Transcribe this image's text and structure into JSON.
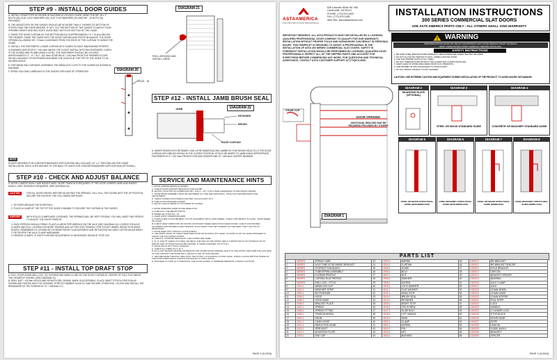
{
  "left": {
    "step9": {
      "heading": "STEP #9 - INSTALL DOOR GUIDES",
      "para_a": "A. INSTALL HEADSTOPS AS SHOWN IN DIAGRAM 20 ON EACH GUIDE USING THE 5/8\"-18 x 1\" BOLTS (26), 5/16\" LOCK WASHERS (30), 5/16\" FLAT WASHERS (31) AND 5/8\" - 18 NUTS (24) PROVIDED.",
      "para_b": "B. THE HEADSTOPS ON THE GUIDES SHOULD BE NO MORE THAN 1\" HIGHER (TO BOTTOM OF STOPS) THAN THE DOOR HEADER. IF NOT, CUT THE BOTTOM OF THE GUIDES TO MATCH YOUR OPENING HEIGHT AND RELOCATE GUIDE BOLT NOTCH AT BOTTOM OF THE GUIDE.",
      "para_c": "C. RAISE THE DOOR CURTAIN SO THE BOTTOM ANGLE IS APPROXIMATELY 3\" / 76.2mm BELOW THE HEADER. GUIDE THE GUIDE INTO THE DOOR CURTAIN AND POSITION AGAINST THE DOOR OPENING ALLOWING 3/8\" / 9.5mm CLEARANCE FROM THE EDGE OF THE CURTAIN TO INSIDE THE GUIDE.",
      "para_d": "D. INSTALL THE FASTENERS, LOWER CURTAIN INTO GUIDES SLOWLY, MAINTAINING PROPER CLEARANCE AND STOP 6\" / 152.4mm ABOVE THE FLOOR. INSTALL BOTTOM FASTENERS. CHECK IF THE GUIDES ARE PLUMB USING A LEVEL. THE FASTENERS SHOULD BE LOCATED APPROXIMATELY 3\" - 6\" / 76.2 - 152.4mm STARTING 8\" / 203.2mm FROM THE FINISHED FLOOR. INSTALL BALANCE OF FASTENERS AND BEND THE LEAD-IN AT THE TOP OF THE GUIDE TO 45 DEGREE ANGLE.",
      "para_e": "E. FOR WINDLOAD CURTAINS, ASSEMBLE THE WINDLOCK CLIPS TO THE GUIDES AS SHOWN IN DIAGRAM.",
      "para_f": "F. SPRAY SILICONE LUBRICANT IN THE GUIDES FOR EASE OF OPERATION.",
      "note_label": "NOTE",
      "note_text": "DOORS ORDERED FOR CONCRETE/MASONRY APPLICATIONS WILL INCLUDE 1/4\" x 2\" TAPCONS (48) FOR GUIDE INSTALLATION. EACH CLIPS WELDED TO THE BACK OF GUIDE FOR CONCRETE/MASONRY APPLICATIONS (OPTIONAL)."
    },
    "diagram20": "DIAGRAM 20",
    "diagram21": "DIAGRAM 21",
    "diagram22": "DIAGRAM 22",
    "lead_in_label": "LEAD - IN",
    "roll_label": "ROLL AROUND AND INSTALL HERE",
    "step12": {
      "heading": "STEP #12 - INSTALL JAMB BRUSH SEAL",
      "labels": {
        "jamb": "JAMB",
        "retainer": "RETAINER",
        "brush": "BRUSH",
        "door_curtain": "DOOR CURTAIN"
      },
      "para_a": "A. INSERT BRUSH INTO RETAINER. LINE UP RETAINERS ALONG JAMBS SO THAT BRUSH SEAL FILLS THE DOOR CURTAIN WITH BRUSH FACING IN THE CLOSED POSITION. ATTACH RETAINER TO JAMB USING APPROPRIATE FASTENERS AT 6\" / 152.4mm FROM FLOOR AND HEADER AND 24\" / 609.6mm CENTER MINIMUM."
    },
    "step10": {
      "heading": "STEP #10 - CHECK AND ADJUST BALANCE",
      "intro": "IF DOOR LOWERS EASILY AND RAISES HARD, MORE TENSION IS REQUIRED. IF THE DOOR LOWERS HARD AND RAISES EASILY, LESS TENSION IS REQUIRED. (SEE DIAGRAM 16)",
      "caution_label": "CAUTION",
      "caution_text": "FOR ALL DOOR DRIVES: BEFORE ADJUSTING THE SPRINGS, FULL FULL THE DOORS INTO THE UP POSITION. SECURE THE DOOR BY THE FOLLOWING METHODS:",
      "item1": "1. TIE ROPE AROUND THE DOOR ROLL.",
      "item2": "2. PLACE A CLAMP AT THE TOP OF THE GUIDE CHANNEL TO SECURE THE CURTAIN IN THE GUIDES.",
      "warning_label": "WARNING",
      "warning_text": "WITH ROLLS CLAMPS ARE LOOSENED, THE SPRINGS WILL BE VERY STRONG. YOU WILL NEED TWO PEOPLE TO ADJUST THE DOOR TENSION.",
      "list": "1. EACH PERSON SHOULD FIRMLY PLACE A LARGE PIPE WRENCH ON THE AXLE (SEE DIAGRAM 16). LOOSEN THE AXLE CLAMPS AND FULL LOOSEN FOR MORE TENSION AND UP FOR LESS TENSION. FOR POCKET WHEEL REDUCTION DRIVE DOORS, REMEMBER TO LOOSEN SET SCREWS PRIOR TO ADJUSTMENT AND RETIGHTEN SECURELY AFTER ADJUSTMENT.\n2. RETIGHTEN THE AXLE CLAMP HARDWARE.\n3. REMOVE CLAMPS. IF SIGHT FURTHER ADJUSTMENT IS NECESSARY, BEGIN AT STEP 10A."
    },
    "service": {
      "heading": "SERVICE AND MAINTENANCE HINTS",
      "col1": "1. DOOR CURTAIN DRAGS IN GUIDES.\n  A. CHECK DOOR SUPPORT BRACKETS FOR PLUMB.\n  B. ADJUST LOCATION OF GUIDES FOR 3/8\" / 9.5mm - 1/4\" / 6.3mm SIZE CLEARANCE TO AND FROM CURTAIN.\n  C. DOOR DRUM ASSEMBLY MUST BE CENTERED (TO ONE FAR FROM WALL. NOTE SLOTTED BRACKETS FOR ADJUSTMENT.\n  D. CHECK GUIDES FOR FOREIGN MATTER, SUCH AS DIRT, ETC.\n  E. CHECK FOR DAMAGED GUIDES.\n  F. ADJUST LEAD-IN BEND AT TOP INSIDE OF GUIDES.\n\n2. DOOR OPERATES HARD IN ONE DIRECTION.\n  A. CHECK ALL THE ABOVE POINTS.\n  B. RESEE ADJ STEP #10 - 10.\n3. CHAIN HOIST OPERATION HARD.\n  A. CHAIN GUIDE COULD BE BENT OUT OF ALIGNMENT WITH CHAIN WHEEL. CHECK FOR DEFECT IN CHAIN, CHAIN WHEEL OR CHAIN.\n  B. CHECK GEAR OPERATION ON DOORS OR POCKET WHEEL REDUCTION GEAR DOORS. CHECK FOR PROPER ALIGNMENT AND PROPER CHAIN TENSION. ALSO CHECK THAT SET SCREWS ON THE GEAR TIGHT. ADJUST AS NECESSARY.\n4. DOOR DOES NOT CONTACT FLOOR EVENLY.\n  A. USE SPIRIT LEVEL TO CHECK WHETHER DOOR OR FLOOR IS OFF LEVEL. IF DOOR IS OUT OF LEVEL PROCEED TO CHECK THE FOLLOWING POINTS.\n  B. CHECK IF \"SUPPORT BRACKETS\" AND GUIDES ARE LEVEL.\n  C. IF \"A\" AND \"B\" CHECK OUT WELL DO REALL THE WAY UP AND DOWN. SEE IF CURTAIN ROLLS UP STRAIGHT ON TO DRUMS. END OF DOOR SHOULD BE SQUARE. IF SOME CHANGED, GO TO 5 B.C.\n5. DOOR ROLLS NOT TRULY LEVELED.\n  A. CHECK ALL ITEMS IN 4 A, B, C.\n  B. AS A LAST RESORT SECURE OR REMOVE THE COVER DOOR OPENING SLATS TO THE STOPS, AND SHIM THE LOW SIDE OF THE CURTAIN. FOR DOOR ROLL, DRUM TO THE UP HOLD DRUMS.\n  C. SECURE RAISE THE ROLL SIDE UNTIL THE STOPS, LAY DOOR ALL FLOOR LEVEL, INSTALL ALONG BOTTOM INSIDE OF THE DOOR FROM WHICH THE BOTTOM ANGLE TO THE CURTAIN.\n  D. PROCEED TO STEP 10 TO REINSTALL THE DOOR GUIDES. IF PROBLEM PERSISTS, CONTACT FACTORY."
    },
    "step11": {
      "heading": "STEP #11 - INSTALL TOP DRAFT STOP",
      "para": "A. PULL DOOR DOWN AND LOCK. GO OUTSIDE AND MARK A LINE ON THE DOOR CURTAIN AT CENTER OF FULL FLAT ABOVE THE HEADER IF SHOWN. (SEE DIAGRAM 21)\n  B. DRILL 5/32\" / 3.97mm HOLES AND FROM FLOOR, DRUMS, MARK IS ACCESSIBLE, PLACE DRAFT STOP IN POSITION AS SHOWN AND FASTEN WITH TEK SCREWS. STRETCH RUBBER SLIGHTLY AND SECURE OTHER END. LOCATE AND INSTALL THE REMAINDER OF TEK SCREWS AT 12\" / 304.8mm O.C."
    },
    "page_label": "PAGE 3 (8-2018)"
  },
  "right": {
    "company": {
      "address1": "838 Cassville White Rd. NW",
      "address2": "Cartersville, GA 30121",
      "phone": "PHONE: (770) 874-2600",
      "fax": "FAX: (770) 874-1485",
      "web": "Web Site: www.astaamerica.com",
      "logo_text": "ASTAAMERICA",
      "logo_tag": "FOR A BETTER CLOSING PERFORMANCE"
    },
    "title": "INSTALLATION INSTRUCTIONS",
    "subtitle": "300 SERIES COMMERCIAL SLAT DOORS",
    "tagline": "USE ASTA AMERICA PARTS ONLY - ALL OTHERS SHALL VOID WARRANTY",
    "important": "IMPORTANT REMARKS: ALL ASTA PRODUCTS MUST BE INSTALLED BY A LICENSED, QUALIFIED PROFESSIONAL DOOR COMPANY TO QUALIFY FOR OUR WARRANTY. INSTALLATION WITHOUT PROPER TOOLS AND KNOWLEDGE CAN RESULT IN PERSONAL INJURY. THIS PAMPHLET IS DESIGNED TO ASSIST A PROFESSIONAL IN THE INSTALLATION OF ASTA 300 SERIES COMMERCIAL SLAT DOORS. SAFETY IS FOREMOST! INSTALLATION SHOULD BE PERFORMED BY LICENSED, QUALIFIED DOOR PROFESSIONALS. INSPECT ALL OF THE SHIPPED PARTS AND ACCOUNT FOR EVERYTHING BEFORE COMMENCING ANY WORK. FOR QUESTIONS AND TECHNICAL ASSISTANCE, CONTACT ASTA CUSTOMER SUPPORT AT (770)874-2600.",
    "warning": {
      "title": "WARNING",
      "line1": "IMPROPER INSTALLATION OR USE OF THIS PRODUCT MAY CAUSE SERIOUS INJURY OR DEATH",
      "line2": "READ THESE INSTRUCTIONS CAREFULLY BEFORE INSTALLING.",
      "safety_title": "SAFETY INSTRUCTIONS",
      "items": [
        "1. BE SURE STEEL BRACKETS AND WARRANTY MECHANISMS ARE INSPECTED AND SECURED.",
        "2. DO NOT ALLOW ANY PERSON TO ROLL UNDER A MOVING DOOR.",
        "3. USE THE PROPER TOOLS AT ALL TIMES.",
        "4. DO NOT OPERATE DOOR WITHOUT THE GUIDES AND CLAMPS INSTALLED.",
        "5. KEEP CLEAR OF WORK AREA WHEN DOOR IS IN OPERATION.",
        "6. USE PROPER LIFTING TECHNIQUES TO AVOID INJURY.",
        "7. DO NOT MODIFY PRODUCT IN ANY MANNER."
      ],
      "footer": "CAUTION: USE EXTREME CAUTION AND EQUIPMENT DURING INSTALLATION OF THE PRODUCT TO AVOID INJURY OR DAMAGE."
    },
    "diagrams_top": [
      {
        "title": "DIAGRAM 2",
        "caption": "MOUNTING PLATE (OPTIONAL)"
      },
      {
        "title": "DIAGRAM 3",
        "caption": "STEEL OR WOOD STANDARD GUIDE"
      },
      {
        "title": "DIAGRAM 4",
        "caption": "CONCRETE OR MASONRY STANDARD GUIDE"
      }
    ],
    "diagrams_mid": [
      {
        "title": "DIAGRAM 5",
        "caption": "STEEL OR WOOD STRUCTURAL GUIDE (NON-WINDLOCK)"
      },
      {
        "title": "DIAGRAM 6",
        "caption": "CONC./MASONRY STRUCTURAL GUIDE (NON-WINDLOCK)"
      },
      {
        "title": "DIAGRAM 7",
        "caption": "STEEL OR WOOD STRUCTURAL GUIDE (WINDLOCK)"
      },
      {
        "title": "DIAGRAM 8",
        "caption": "CONC./MASONRY STRUCTURAL GUIDE (WINDLOCK)"
      }
    ],
    "diagram1_label": "DIAGRAM 1",
    "chain_clip": "CHAIN CLIP",
    "door_opening": "DOOR OPENING",
    "additional_bracing": "ADDITIONAL BRACING MAY BE REQUIRED PROVIDED BY OTHERS",
    "parts_title": "PARTS LIST",
    "parts": [
      [
        "1",
        "VARIES",
        "SPRING TUBE",
        "23",
        "0003-2",
        "BARREL",
        "45",
        "1010010",
        "BR-BRACKET"
      ],
      [
        "2",
        "VARIES",
        "AXLE TUBE ATTACHMENT BRACKET",
        "24",
        "0004-1",
        "CURTAIN",
        "46",
        "1010011",
        "BR-BRACKET SPACER"
      ],
      [
        "3",
        "VARIES",
        "STOP/BOTTOM ANGLE",
        "25",
        "0005-1",
        "GUIDE",
        "47",
        "1010012",
        "HOLE-BRACKET"
      ],
      [
        "4",
        "VARIES",
        "TUBE/SPRING ASSEMBLY",
        "26",
        "0006-1",
        "BOLT",
        "48",
        "1010013",
        "TAPCON"
      ],
      [
        "5",
        "VARIES",
        "FLATBAR PROFILE",
        "27",
        "0007-1",
        "NUT",
        "49",
        "1010014",
        "BRACKET SPACER"
      ],
      [
        "6",
        "VARIES",
        "CURTAIN SLAT PROFILE",
        "28",
        "0008-1",
        "WASHER",
        "50",
        "1010015",
        "BEARING"
      ],
      [
        "7",
        "VARIES",
        "END LOCK - STYLE",
        "29",
        "0009-1",
        "SCREW",
        "51",
        "1010016",
        "AXLE CLAMP"
      ],
      [
        "8",
        "1001-1",
        "WINDLOCK CLIP",
        "30",
        "0010-1",
        "LOCK WASHER",
        "52",
        "1010017",
        "AXLE"
      ],
      [
        "9",
        "1002-1",
        "WEATHER STRIP",
        "31",
        "0011-1",
        "FLAT WASHER",
        "53",
        "1010018",
        "CHAIN WHEEL"
      ],
      [
        "10",
        "1003-1",
        "BOTTOM BAR",
        "32",
        "0012-1",
        "HEAD STOP",
        "54",
        "1010019",
        "CHAIN GUIDE"
      ],
      [
        "11",
        "1004-1",
        "HOOD",
        "33",
        "0013-1",
        "BRUSH SEAL",
        "55",
        "1010020",
        "CHAIN KEEPER"
      ],
      [
        "12",
        "1005-1",
        "HOOD BAND",
        "34",
        "0014-1",
        "RETAINER",
        "56",
        "1010021",
        "PULL ROPE"
      ],
      [
        "13",
        "1006-1",
        "BRACKET PLATE",
        "35",
        "0015-1",
        "DRAFT STOP",
        "57",
        "1010022",
        "LOCK"
      ],
      [
        "14",
        "1007-1",
        "SPRING",
        "36",
        "0016-1",
        "TEK SCREW",
        "58",
        "1010023",
        "HANDLE"
      ],
      [
        "15",
        "1008-1",
        "SPRING FITTING",
        "37",
        "0017-1",
        "SLIDE BOLT",
        "59",
        "1010024",
        "CYLINDER LOCK"
      ],
      [
        "16",
        "1009-1",
        "TENSION WHEEL",
        "38",
        "0018-1",
        "LIFT HANDLE",
        "60",
        "1010025",
        "STOP BLOCK"
      ],
      [
        "17",
        "1010-1",
        "DRUM",
        "39",
        "0019-1",
        "SHIM",
        "61",
        "1010026",
        "DRIVE GEAR"
      ],
      [
        "18",
        "1011-1",
        "CHAIN HOIST",
        "40",
        "0020-1",
        "CLAMP",
        "62",
        "1010027",
        "ROPE"
      ],
      [
        "19",
        "1012-1",
        "REDUCTION GEAR",
        "41",
        "0021-1",
        "SCREW",
        "63",
        "1010028",
        "LEAD-IN"
      ],
      [
        "20",
        "1013-1",
        "SPROCKET",
        "42",
        "0022-1",
        "PIN",
        "64",
        "1010029",
        "GUIDE ANGLE"
      ],
      [
        "21",
        "1014-1",
        "MOUNTING PLATE",
        "43",
        "0023-1",
        "KEY",
        "65",
        "1010030",
        "BRACKET"
      ],
      [
        "22",
        "1015-1",
        "END CAP",
        "44",
        "0024-1",
        "BUSHING",
        "66",
        "1010031",
        "SPACER"
      ]
    ],
    "page_label": "PAGE 1 (8-2018)"
  }
}
